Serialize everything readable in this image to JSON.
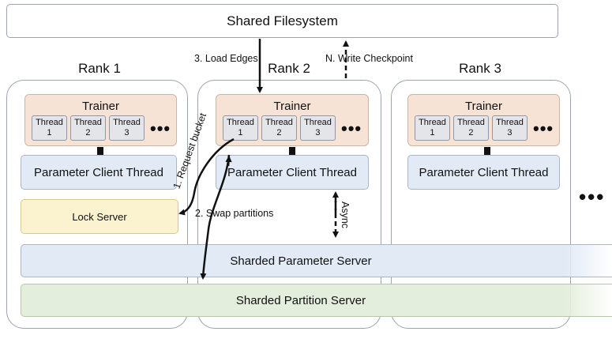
{
  "filesystem": {
    "label": "Shared Filesystem"
  },
  "ranks": [
    {
      "title": "Rank 1",
      "trainer": "Trainer",
      "threads": [
        [
          "Thread",
          "1"
        ],
        [
          "Thread",
          "2"
        ],
        [
          "Thread",
          "3"
        ]
      ],
      "ellipsis": "•••",
      "client": "Parameter Client Thread"
    },
    {
      "title": "Rank 2",
      "trainer": "Trainer",
      "threads": [
        [
          "Thread",
          "1"
        ],
        [
          "Thread",
          "2"
        ],
        [
          "Thread",
          "3"
        ]
      ],
      "ellipsis": "•••",
      "client": "Parameter Client Thread"
    },
    {
      "title": "Rank 3",
      "trainer": "Trainer",
      "threads": [
        [
          "Thread",
          "1"
        ],
        [
          "Thread",
          "2"
        ],
        [
          "Thread",
          "3"
        ]
      ],
      "ellipsis": "•••",
      "client": "Parameter Client Thread"
    }
  ],
  "lock_server": "Lock Server",
  "sharded_parameter_server": "Sharded Parameter Server",
  "sharded_partition_server": "Sharded Partition Server",
  "more_ranks": "•••",
  "flows": {
    "load_edges": "3. Load Edges",
    "write_checkpoint": "N. Write Checkpoint",
    "request_bucket": "1. Request bucket",
    "swap_partitions": "2. Swap partitions",
    "async": "Async"
  }
}
